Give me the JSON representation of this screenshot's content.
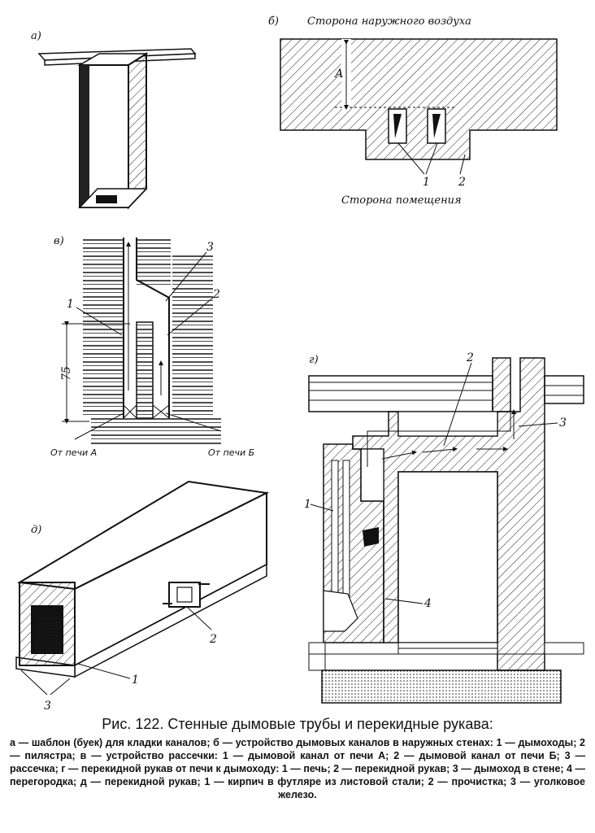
{
  "panels": {
    "a": {
      "letter": "а)"
    },
    "b": {
      "letter": "б)",
      "top_text": "Сторона наружного воздуха",
      "bottom_text": "Сторона помещения",
      "dim_label": "А",
      "callouts": [
        "1",
        "2"
      ]
    },
    "v": {
      "letter": "в)",
      "callouts": [
        "1",
        "2",
        "3"
      ],
      "dim_label": "75",
      "from_a": "От печи А",
      "from_b": "От печи Б"
    },
    "g": {
      "letter": "г)",
      "callouts": [
        "1",
        "2",
        "3",
        "4"
      ]
    },
    "d": {
      "letter": "д)",
      "callouts": [
        "1",
        "2",
        "3"
      ]
    }
  },
  "caption": {
    "title": "Рис. 122. Стенные дымовые трубы и перекидные рукава:",
    "body": "а — шаблон (буек) для кладки каналов; б — устройство дымовых каналов в наружных стенах: 1 — дымоходы; 2 — пилястра; в — устройство рассечки: 1 — дымовой канал от печи А; 2 — дымовой канал от печи Б; 3 — рассечка; г — перекидной рукав от печи к дымоходу: 1 — печь; 2 — перекидной рукав; 3 — дымоход в стене; 4 — перегородка; д — перекидной рукав; 1 — кирпич в футляре из листовой стали; 2 — прочистка; 3 — уголковое железо."
  }
}
